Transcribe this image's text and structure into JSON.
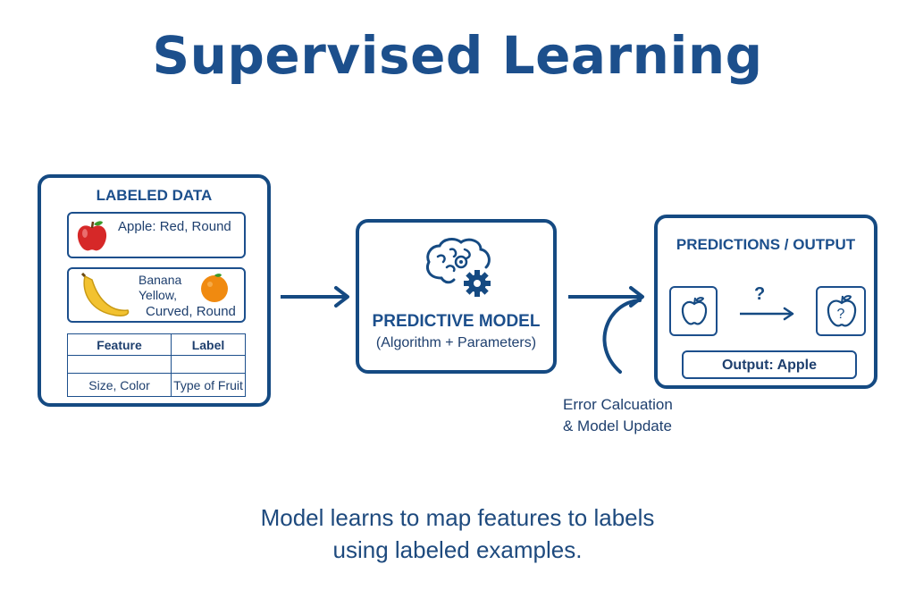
{
  "title": "Supervised Learning",
  "labeled_data": {
    "header": "LABELED DATA",
    "examples": [
      {
        "text": "Apple: Red, Round",
        "icon": "apple-icon"
      },
      {
        "line1": "Banana",
        "line2": "Yellow,",
        "line3": "Curved, Round",
        "icons": [
          "banana-icon",
          "orange-icon"
        ]
      }
    ],
    "table": {
      "headers": [
        "Feature",
        "Label"
      ],
      "rows": [
        [
          "",
          ""
        ],
        [
          "Size, Color",
          "Type of Fruit"
        ]
      ]
    }
  },
  "model": {
    "header": "PREDICTIVE MODEL",
    "subtitle": "(Algorithm + Parameters)",
    "icon": "brain-gear-icon"
  },
  "predictions": {
    "header": "PREDICTIONS / OUTPUT",
    "question_mark": "?",
    "unknown_mark": "?",
    "output": "Output: Apple"
  },
  "feedback": {
    "line1": "Error Calcuation",
    "line2": "& Model Update"
  },
  "caption": {
    "line1": "Model learns to map features to labels",
    "line2": "using labeled examples."
  },
  "colors": {
    "primary": "#154a82",
    "title": "#1c4f8c",
    "apple": "#d62828",
    "banana": "#f2c230",
    "orange": "#f08a10"
  }
}
